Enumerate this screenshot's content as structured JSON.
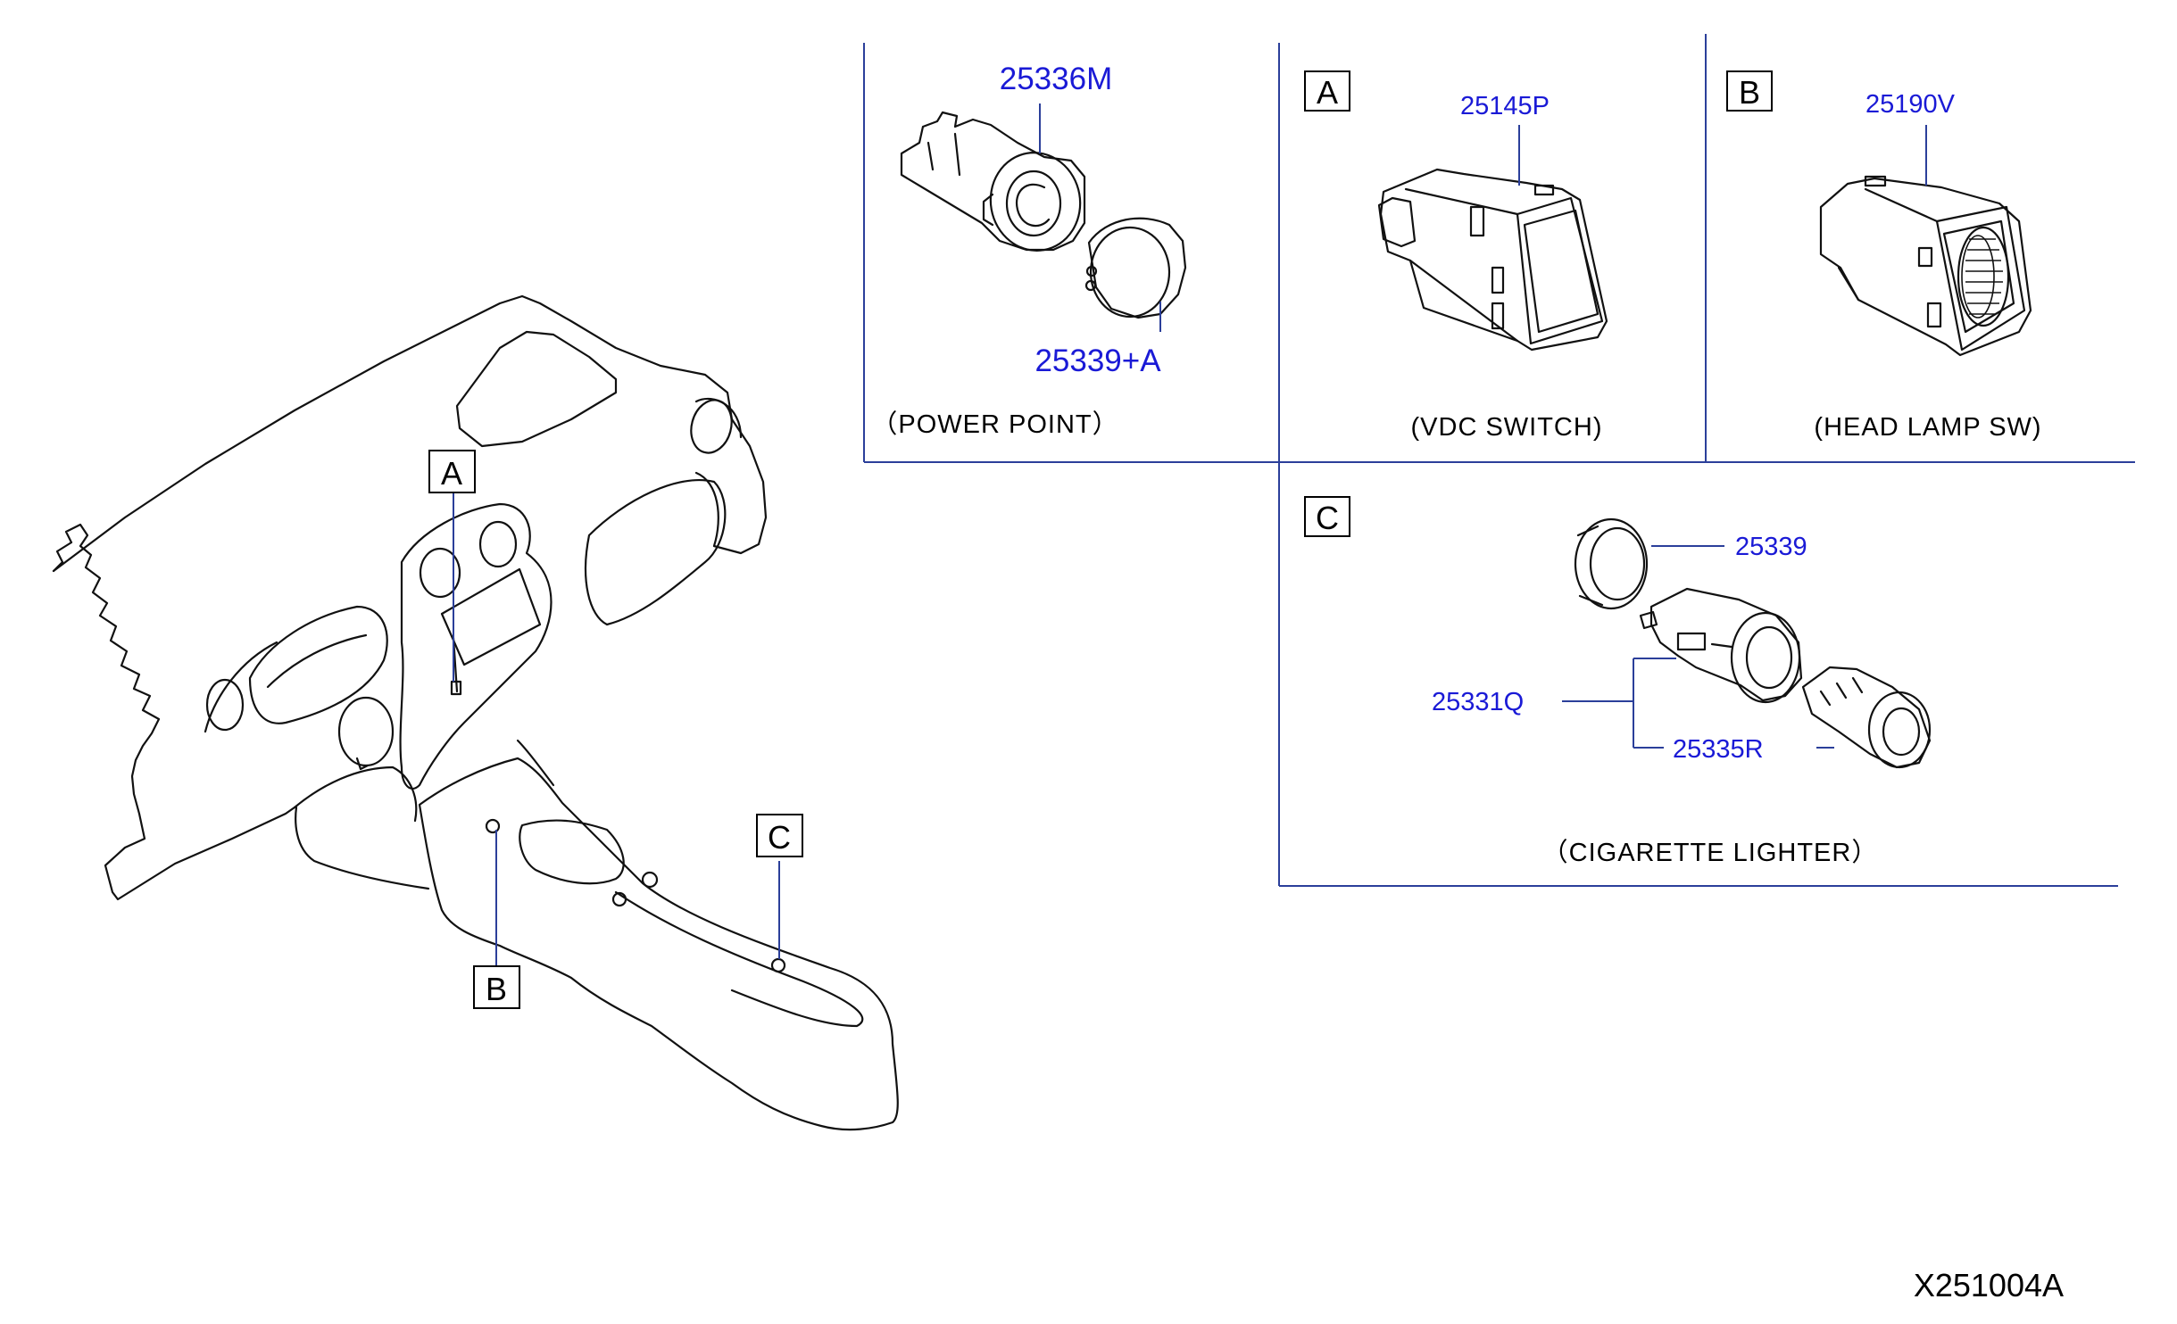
{
  "diagram_code": "X251004A",
  "callouts": {
    "a": "A",
    "b": "B",
    "c": "C"
  },
  "panels": {
    "power_point": {
      "caption": "（POWER   POINT）",
      "parts": [
        "25336M",
        "25339+A"
      ]
    },
    "vdc_switch": {
      "label": "A",
      "caption": "(VDC   SWITCH)",
      "parts": [
        "25145P"
      ]
    },
    "head_lamp_sw": {
      "label": "B",
      "caption": "(HEAD   LAMP   SW)",
      "parts": [
        "25190V"
      ]
    },
    "cigarette_lighter": {
      "label": "C",
      "caption": "（CIGARETTE   LIGHTER）",
      "parts": [
        "25339",
        "25331Q",
        "25335R"
      ]
    }
  },
  "colors": {
    "part_number": "#1a1ad6",
    "frame": "#2b3f9a",
    "line": "#111111"
  }
}
